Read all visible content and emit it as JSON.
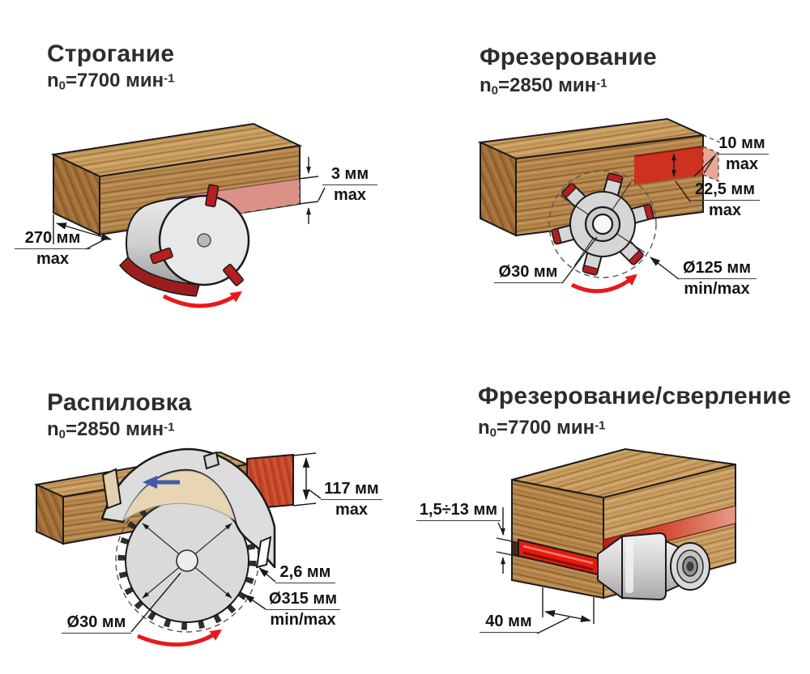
{
  "quadrants": [
    {
      "id": "planing",
      "title": "Строгание",
      "speed": {
        "var": "n",
        "sub": "0",
        "rest": "=7700 мин",
        "sup": "-1"
      },
      "dims": {
        "depth": {
          "value": "3 мм",
          "qual": "max"
        },
        "length": {
          "value": "270 мм",
          "qual": "max"
        }
      }
    },
    {
      "id": "milling",
      "title": "Фрезерование",
      "speed": {
        "var": "n",
        "sub": "0",
        "rest": "=2850 мин",
        "sup": "-1"
      },
      "dims": {
        "depth": {
          "value": "10 мм",
          "qual": "max"
        },
        "width": {
          "value": "22,5 мм",
          "qual": "max"
        },
        "bore": {
          "value": "Ø30 мм"
        },
        "diameter": {
          "value": "Ø125 мм",
          "qual": "min/max"
        }
      }
    },
    {
      "id": "sawing",
      "title": "Распиловка",
      "speed": {
        "var": "n",
        "sub": "0",
        "rest": "=2850 мин",
        "sup": "-1"
      },
      "dims": {
        "height": {
          "value": "117 мм",
          "qual": "max"
        },
        "kerf": {
          "value": "2,6 мм"
        },
        "diameter": {
          "value": "Ø315 мм",
          "qual": "min/max"
        },
        "bore": {
          "value": "Ø30 мм"
        }
      }
    },
    {
      "id": "milling-drilling",
      "title": "Фрезерование/сверление",
      "speed": {
        "var": "n",
        "sub": "0",
        "rest": "=7700 мин",
        "sup": "-1"
      },
      "dims": {
        "range": {
          "value": "1,5÷13 мм"
        },
        "depth": {
          "value": "40 мм"
        }
      }
    }
  ],
  "icons": {
    "rotation_arrow": "curved-red-arrow",
    "feed_arrow": "blue-left-arrow"
  },
  "colors": {
    "background": "#ffffff",
    "wood_top": "#c79c61",
    "wood_front": "#b5874d",
    "wood_end": "#a06d37",
    "planed_pink": "#db9186",
    "cut_red": "#ce3120",
    "metal": "#d9d9d9",
    "outline": "#1a1a1a",
    "arrow_red": "#e8191c",
    "arrow_blue": "#3f5ba9",
    "text": "#2d2d2d"
  }
}
